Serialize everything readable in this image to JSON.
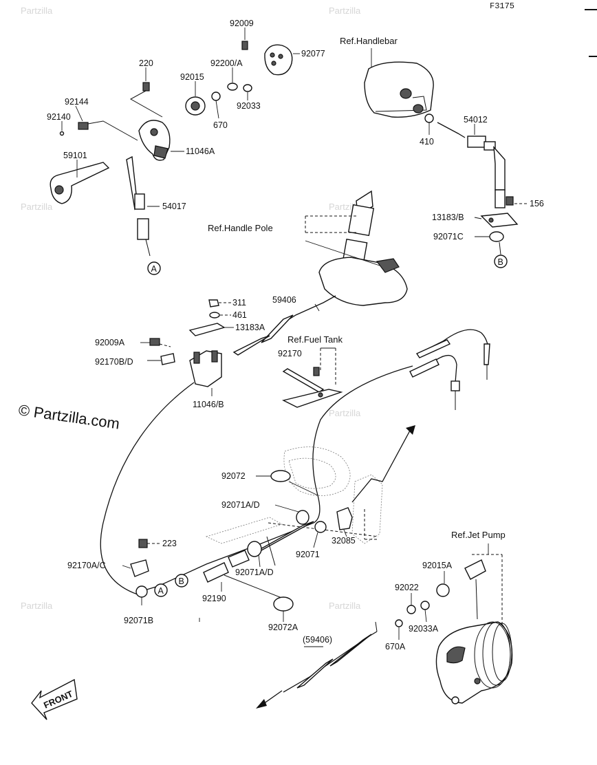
{
  "code": "F3175",
  "watermark": "Partzilla",
  "watermark_main": "© Partzilla.com",
  "refs": {
    "handlebar": "Ref.Handlebar",
    "handle_pole": "Ref.Handle Pole",
    "fuel_tank": "Ref.Fuel Tank",
    "jet_pump": "Ref.Jet Pump"
  },
  "front_label": "FRONT",
  "circles": {
    "a": "A",
    "b": "B"
  },
  "parts": {
    "p92009": "92009",
    "p92077": "92077",
    "p220": "220",
    "p92200A": "92200/A",
    "p92015": "92015",
    "p92144": "92144",
    "p92140": "92140",
    "p92033": "92033",
    "p670": "670",
    "p11046A": "11046A",
    "p59101": "59101",
    "p54017": "54017",
    "p54012": "54012",
    "p410": "410",
    "p156": "156",
    "p13183B": "13183/B",
    "p92071C": "92071C",
    "p311": "311",
    "p461": "461",
    "p13183A": "13183A",
    "p59406": "59406",
    "p92009A": "92009A",
    "p92170BD": "92170B/D",
    "p11046B": "11046/B",
    "p92170": "92170",
    "p92072": "92072",
    "p92071AD_1": "92071A/D",
    "p32085": "32085",
    "p92071": "92071",
    "p223": "223",
    "p92071AD_2": "92071A/D",
    "p92170AC": "92170A/C",
    "p92190": "92190",
    "p92071B": "92071B",
    "p92072A": "92072A",
    "p92015A": "92015A",
    "p92022": "92022",
    "p92033A": "92033A",
    "p670A": "670A",
    "p59406p": "(59406)"
  }
}
